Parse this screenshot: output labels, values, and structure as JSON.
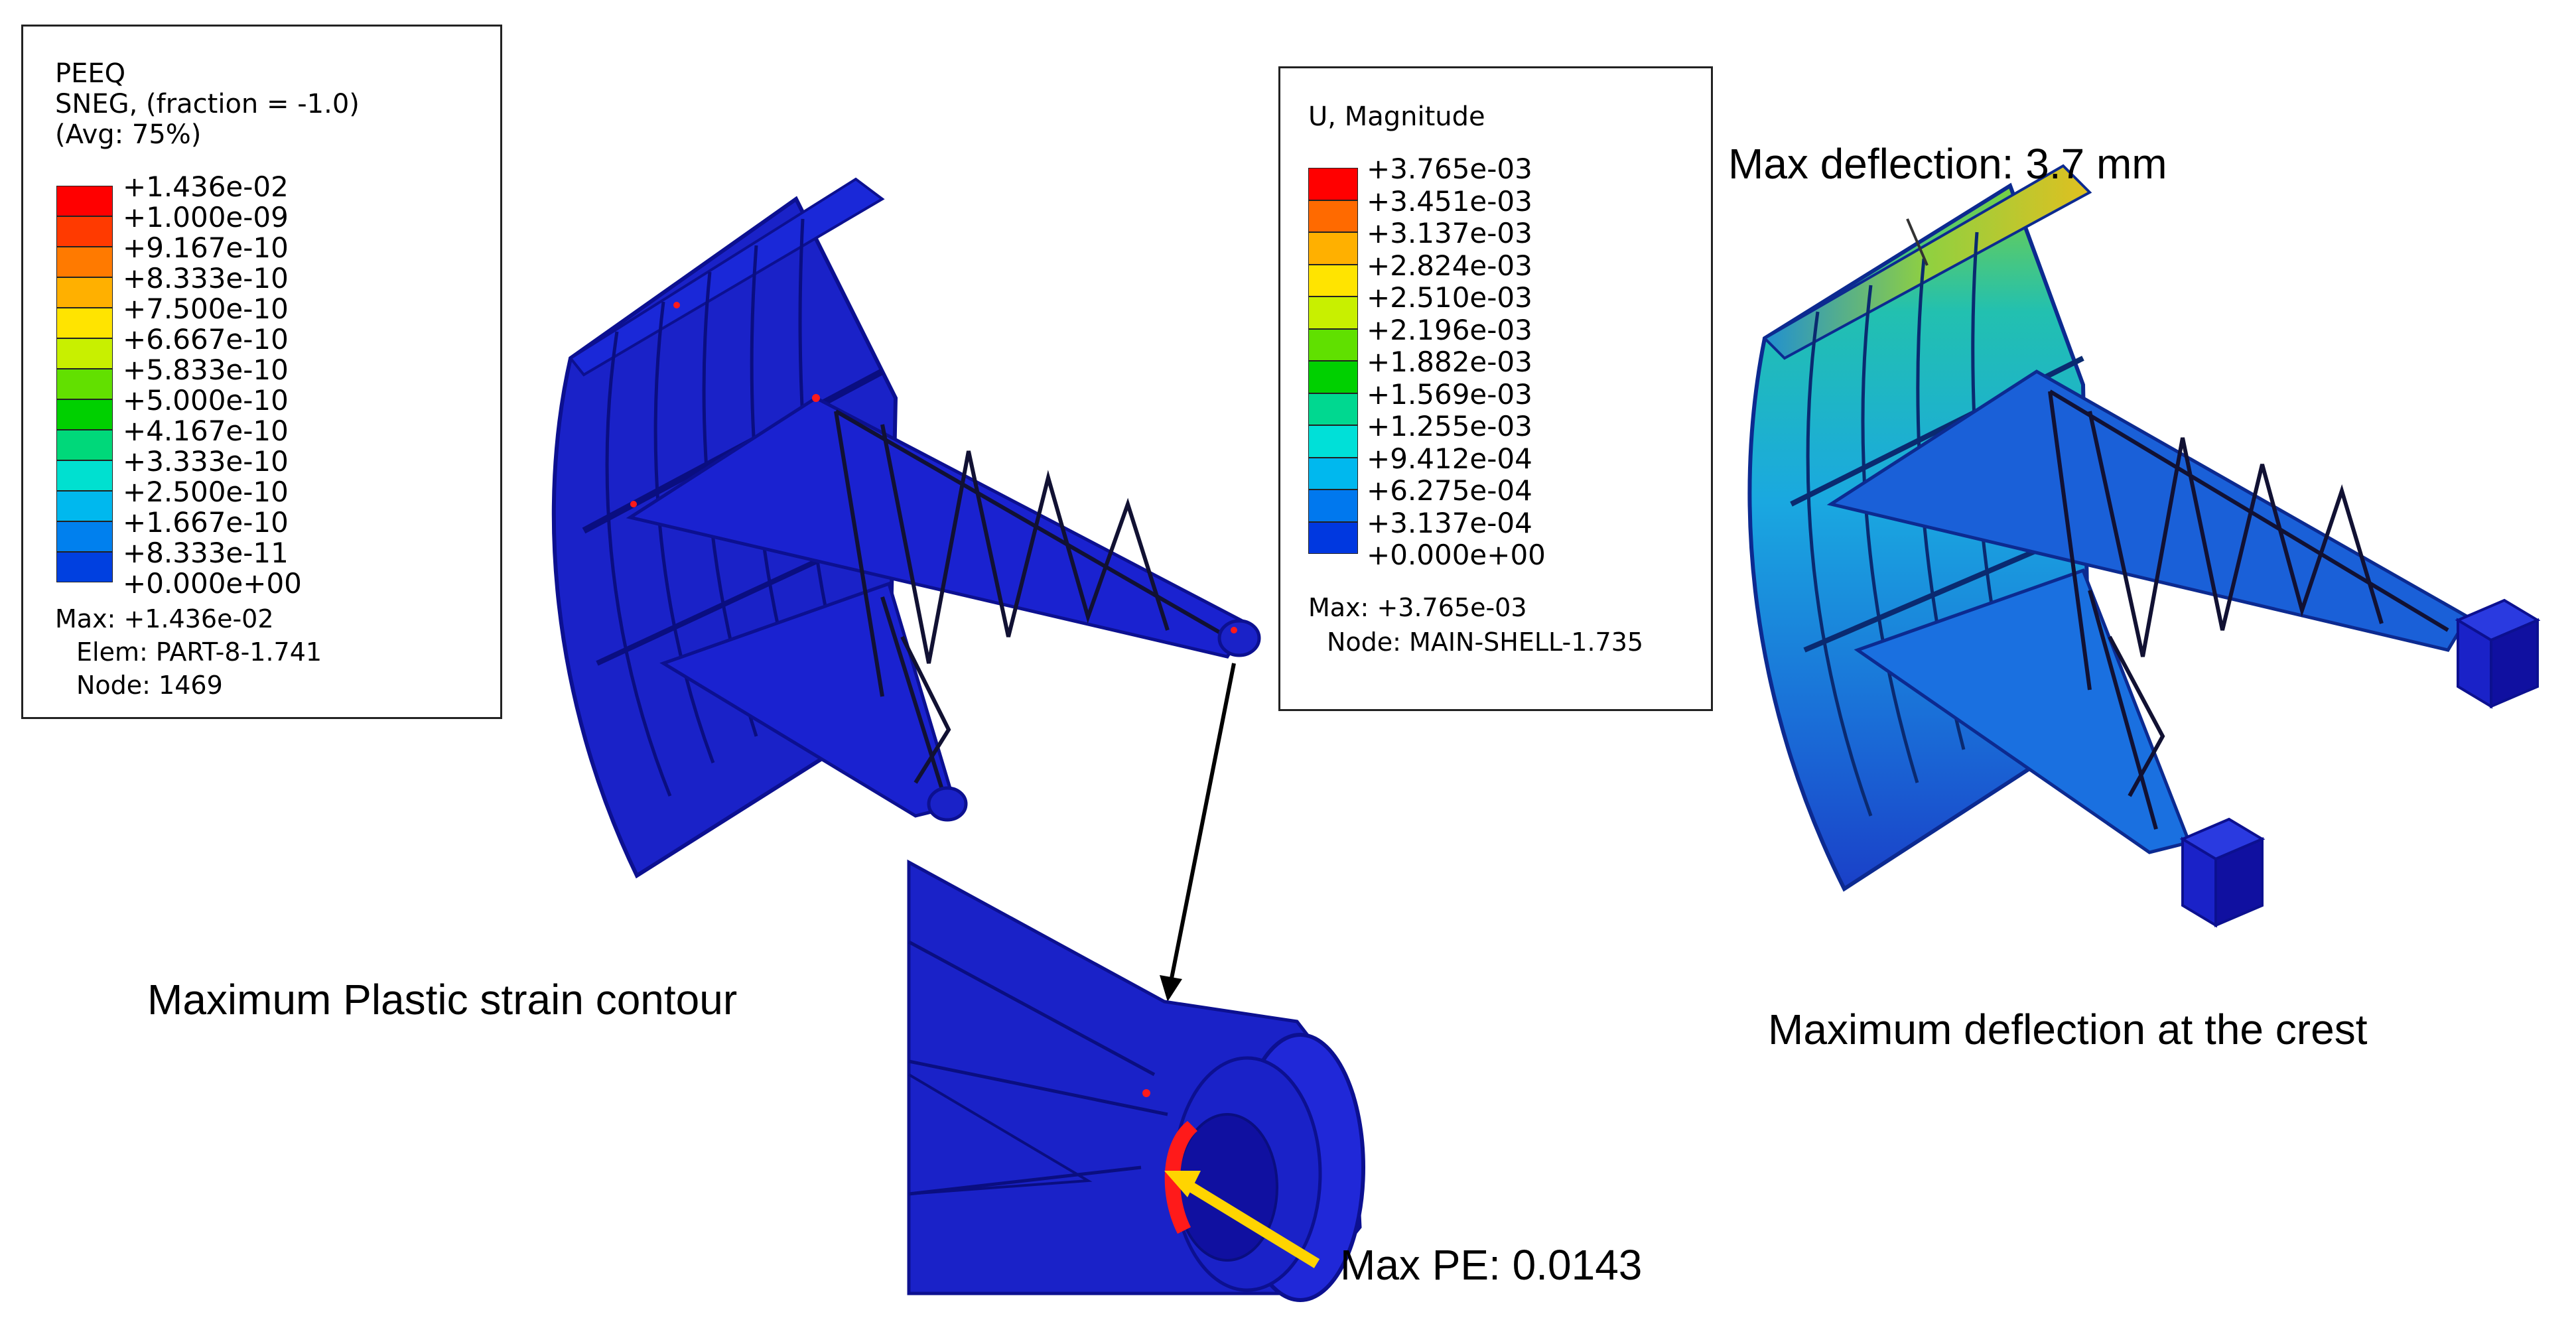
{
  "peeq_legend": {
    "title": "PEEQ",
    "line2": "SNEG, (fraction = -1.0)",
    "line3": "(Avg: 75%)",
    "entries": [
      {
        "label": "+1.436e-02",
        "color": "#ff0000"
      },
      {
        "label": "+1.000e-09",
        "color": "#ff3a00"
      },
      {
        "label": "+9.167e-10",
        "color": "#ff7a00"
      },
      {
        "label": "+8.333e-10",
        "color": "#ffb000"
      },
      {
        "label": "+7.500e-10",
        "color": "#ffe400"
      },
      {
        "label": "+6.667e-10",
        "color": "#c8f000"
      },
      {
        "label": "+5.833e-10",
        "color": "#62e000"
      },
      {
        "label": "+5.000e-10",
        "color": "#00d000"
      },
      {
        "label": "+4.167e-10",
        "color": "#00d87a"
      },
      {
        "label": "+3.333e-10",
        "color": "#00e0d0"
      },
      {
        "label": "+2.500e-10",
        "color": "#00b8ee"
      },
      {
        "label": "+1.667e-10",
        "color": "#0080ee"
      },
      {
        "label": "+8.333e-11",
        "color": "#0040e0"
      },
      {
        "label": "+0.000e+00",
        "color": "#0000cc"
      }
    ],
    "max_line": "Max: +1.436e-02",
    "elem_line": "Elem: PART-8-1.741",
    "node_line": "Node: 1469"
  },
  "u_legend": {
    "title": "U, Magnitude",
    "entries": [
      {
        "label": "+3.765e-03",
        "color": "#ff0000"
      },
      {
        "label": "+3.451e-03",
        "color": "#ff6a00"
      },
      {
        "label": "+3.137e-03",
        "color": "#ffb000"
      },
      {
        "label": "+2.824e-03",
        "color": "#ffe400"
      },
      {
        "label": "+2.510e-03",
        "color": "#c8f000"
      },
      {
        "label": "+2.196e-03",
        "color": "#60e000"
      },
      {
        "label": "+1.882e-03",
        "color": "#00d000"
      },
      {
        "label": "+1.569e-03",
        "color": "#00d890"
      },
      {
        "label": "+1.255e-03",
        "color": "#00e0d8"
      },
      {
        "label": "+9.412e-04",
        "color": "#00b8ee"
      },
      {
        "label": "+6.275e-04",
        "color": "#0078ee"
      },
      {
        "label": "+3.137e-04",
        "color": "#0038e0"
      },
      {
        "label": "+0.000e+00",
        "color": "#0000cc"
      }
    ],
    "max_line": "Max: +3.765e-03",
    "node_line": "Node: MAIN-SHELL-1.735"
  },
  "annotations": {
    "max_deflection": "Max deflection: 3.7 mm",
    "max_pe": "Max PE: 0.0143"
  },
  "captions": {
    "left": "Maximum Plastic strain contour",
    "right": "Maximum deflection at the crest"
  },
  "colors": {
    "model_blue": "#1a22c8",
    "model_dark": "#0c1090",
    "truss_dark": "#111133",
    "arrow_yellow": "#ffd400",
    "hotspot_red": "#ff1a1a"
  }
}
